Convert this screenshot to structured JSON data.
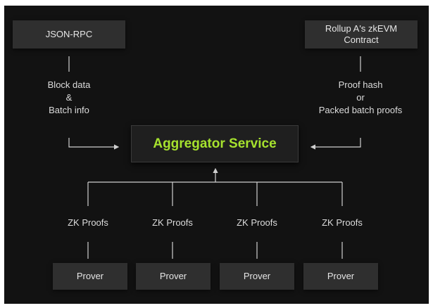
{
  "inputs": {
    "json_rpc": "JSON-RPC",
    "zkevm_contract": "Rollup A's zkEVM\nContract"
  },
  "flows": {
    "left_label": "Block data\n&\nBatch info",
    "right_label": "Proof hash\nor\nPacked batch proofs"
  },
  "aggregator": {
    "title": "Aggregator Service",
    "title_color": "#a6e22e"
  },
  "proofs": [
    {
      "label": "ZK Proofs",
      "prover": "Prover"
    },
    {
      "label": "ZK Proofs",
      "prover": "Prover"
    },
    {
      "label": "ZK Proofs",
      "prover": "Prover"
    },
    {
      "label": "ZK Proofs",
      "prover": "Prover"
    }
  ],
  "colors": {
    "background": "#121212",
    "box": "#2f2f2f",
    "line": "#d0d0d0",
    "accent": "#a6e22e"
  }
}
